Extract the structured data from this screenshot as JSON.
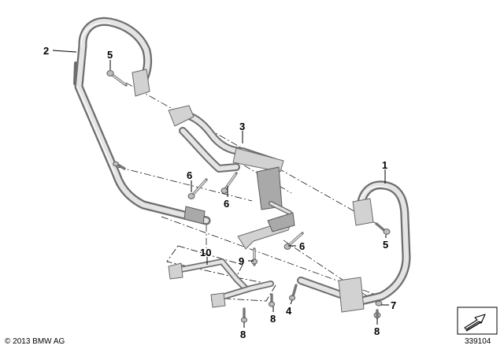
{
  "callouts": [
    {
      "id": "c1",
      "text": "1"
    },
    {
      "id": "c2",
      "text": "2"
    },
    {
      "id": "c3",
      "text": "3"
    },
    {
      "id": "c4",
      "text": "4"
    },
    {
      "id": "c5a",
      "text": "5"
    },
    {
      "id": "c5b",
      "text": "5"
    },
    {
      "id": "c6a",
      "text": "6"
    },
    {
      "id": "c6b",
      "text": "6"
    },
    {
      "id": "c6c",
      "text": "6"
    },
    {
      "id": "c7",
      "text": "7"
    },
    {
      "id": "c8a",
      "text": "8"
    },
    {
      "id": "c8b",
      "text": "8"
    },
    {
      "id": "c8c",
      "text": "8"
    },
    {
      "id": "c9",
      "text": "9"
    },
    {
      "id": "c10",
      "text": "10"
    }
  ],
  "footer": {
    "copyright": "© 2013 BMW AG",
    "drawing_number": "339104"
  }
}
